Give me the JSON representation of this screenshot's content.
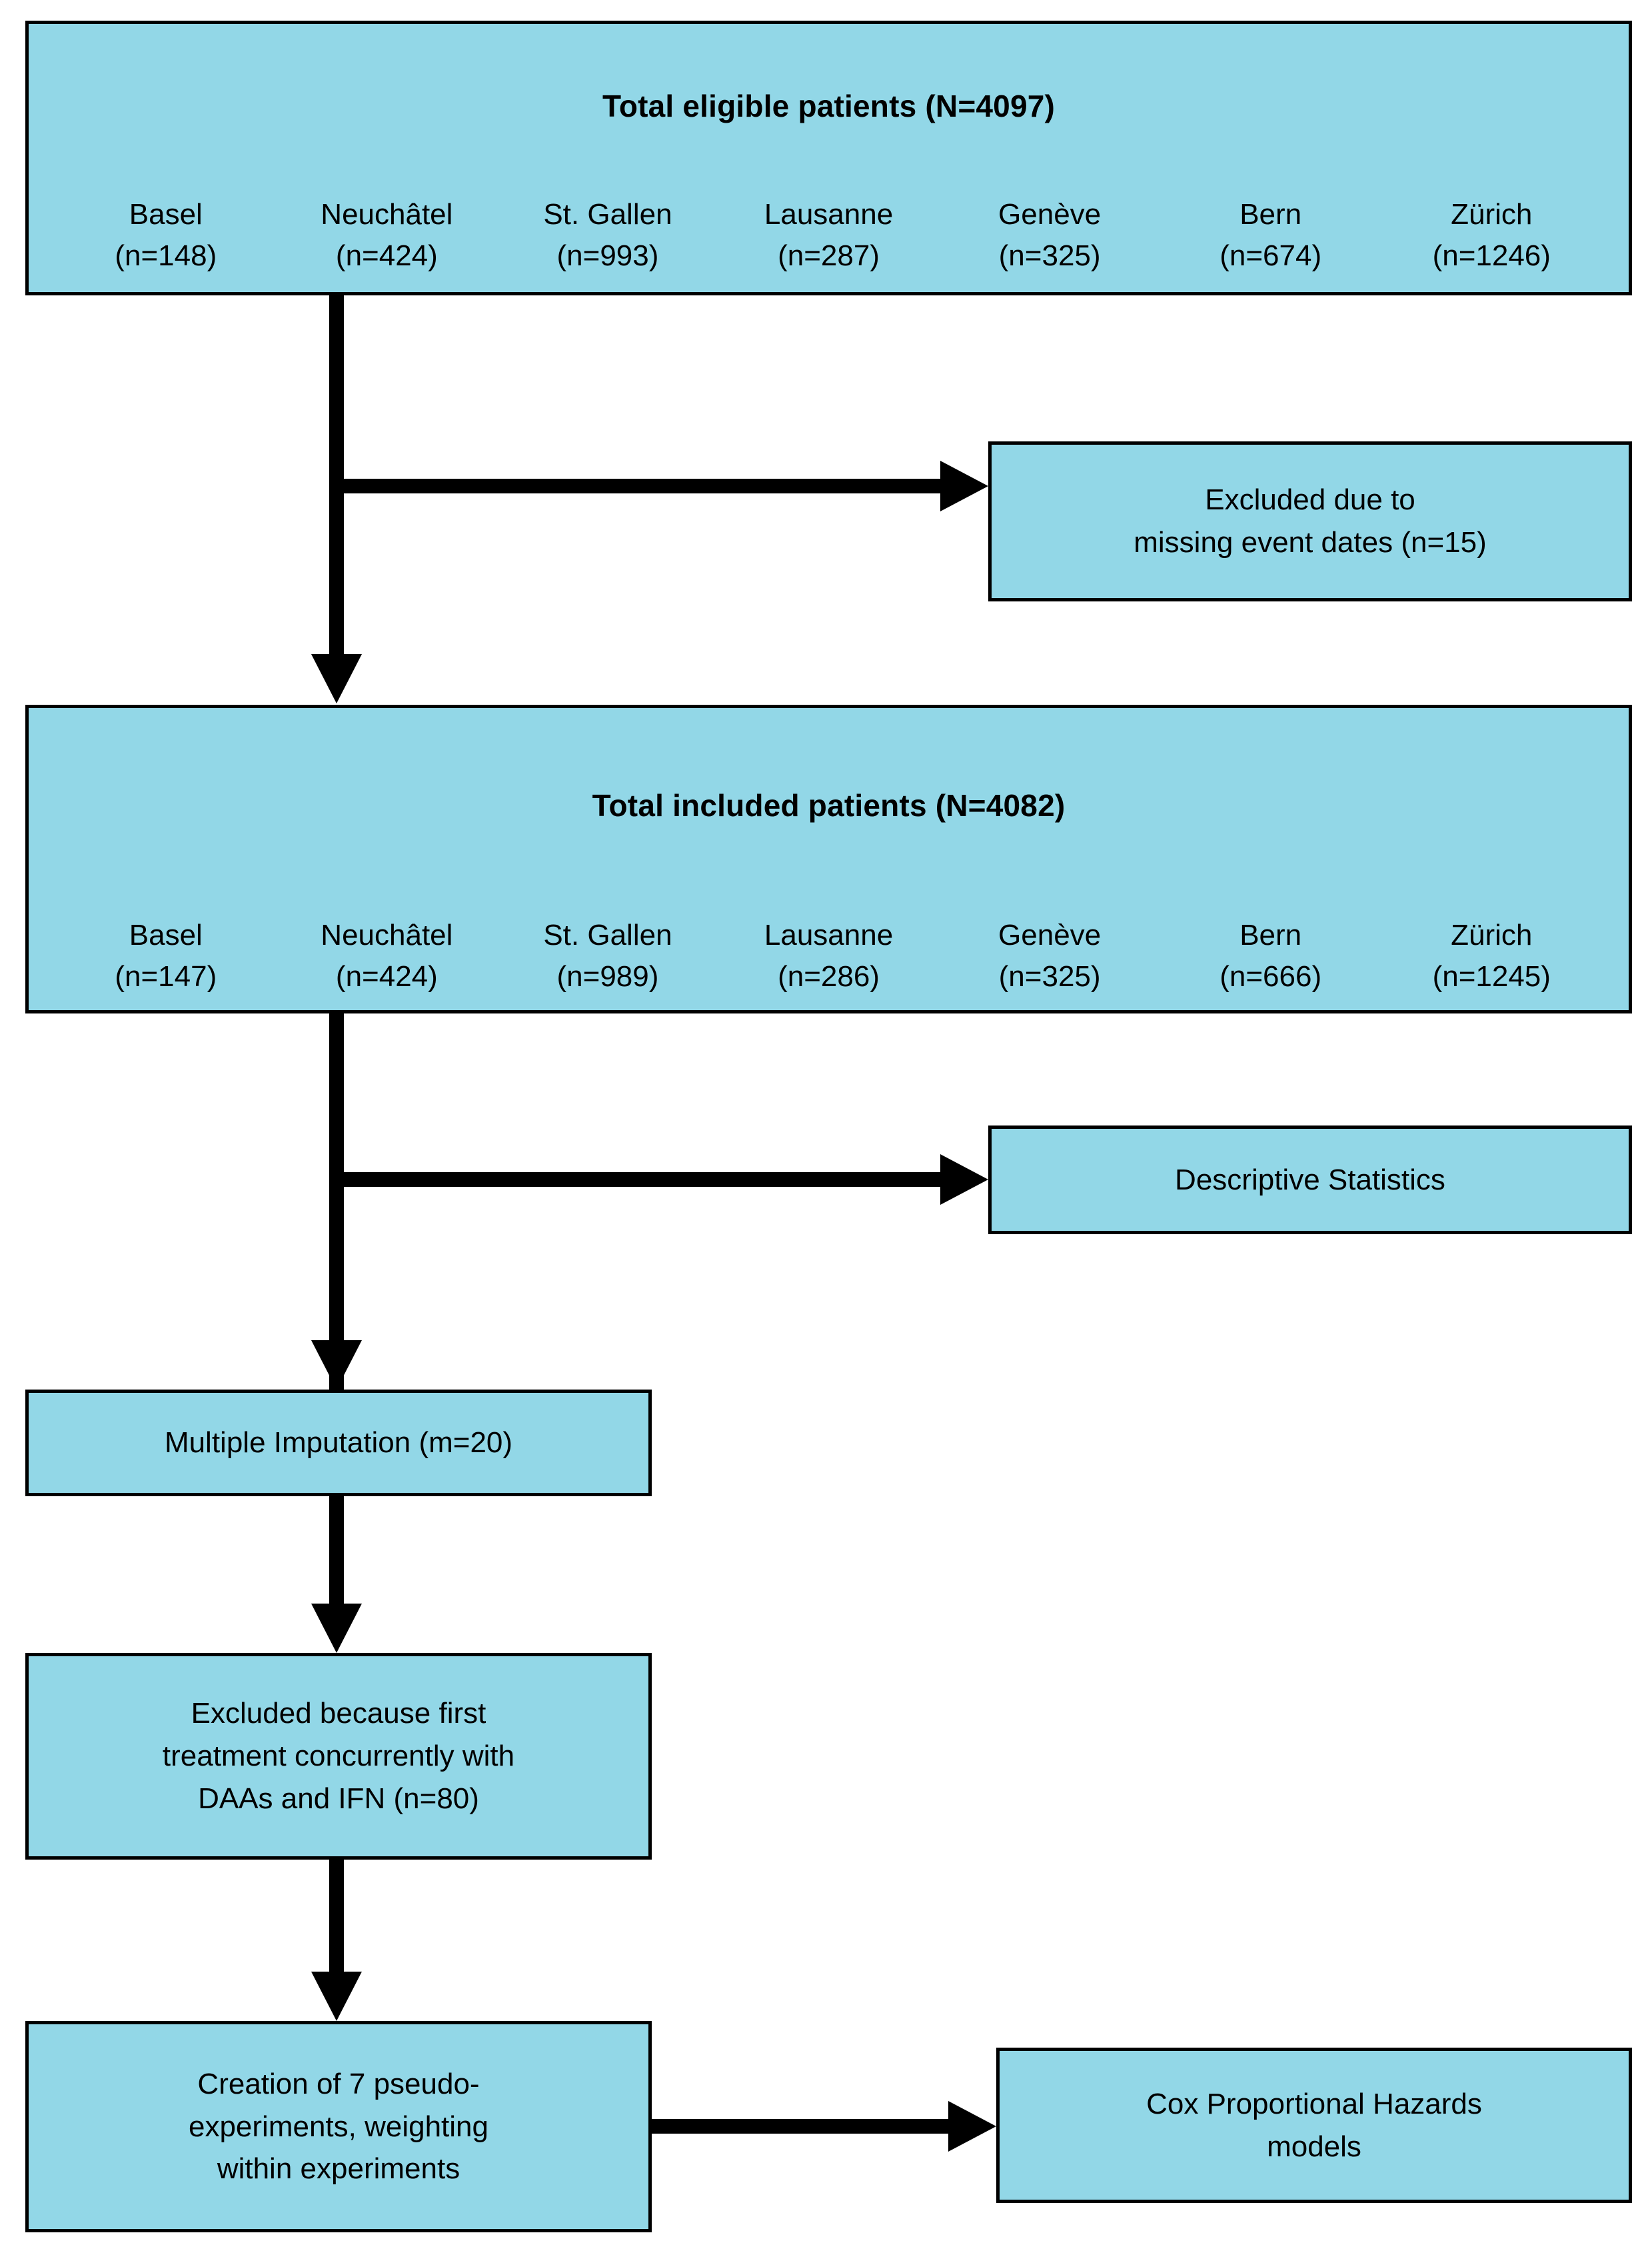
{
  "theme": {
    "box_fill": "#92d7e7",
    "box_border": "#000000",
    "connector": "#000000",
    "background": "#ffffff",
    "text": "#000000"
  },
  "diagram": {
    "type": "flowchart",
    "orientation": "top-to-bottom",
    "nodes": {
      "eligible": {
        "title": "Total eligible patients (N=4097)",
        "sites": [
          {
            "name": "Basel",
            "count": "(n=148)"
          },
          {
            "name": "Neuchâtel",
            "count": "(n=424)"
          },
          {
            "name": "St. Gallen",
            "count": "(n=993)"
          },
          {
            "name": "Lausanne",
            "count": "(n=287)"
          },
          {
            "name": "Genève",
            "count": "(n=325)"
          },
          {
            "name": "Bern",
            "count": "(n=674)"
          },
          {
            "name": "Zürich",
            "count": "(n=1246)"
          }
        ]
      },
      "excluded_dates": {
        "line1": "Excluded due to",
        "line2": "missing event dates (n=15)"
      },
      "included": {
        "title": "Total included patients (N=4082)",
        "sites": [
          {
            "name": "Basel",
            "count": "(n=147)"
          },
          {
            "name": "Neuchâtel",
            "count": "(n=424)"
          },
          {
            "name": "St. Gallen",
            "count": "(n=989)"
          },
          {
            "name": "Lausanne",
            "count": "(n=286)"
          },
          {
            "name": "Genève",
            "count": "(n=325)"
          },
          {
            "name": "Bern",
            "count": "(n=666)"
          },
          {
            "name": "Zürich",
            "count": "(n=1245)"
          }
        ]
      },
      "descriptive": {
        "label": "Descriptive Statistics"
      },
      "imputation": {
        "label": "Multiple Imputation (m=20)"
      },
      "excluded_daas": {
        "line1": "Excluded because first",
        "line2": "treatment concurrently with",
        "line3": "DAAs and IFN (n=80)"
      },
      "pseudo": {
        "line1": "Creation of 7 pseudo-",
        "line2": "experiments, weighting",
        "line3": "within experiments"
      },
      "cox": {
        "line1": "Cox Proportional Hazards",
        "line2": "models"
      }
    }
  }
}
